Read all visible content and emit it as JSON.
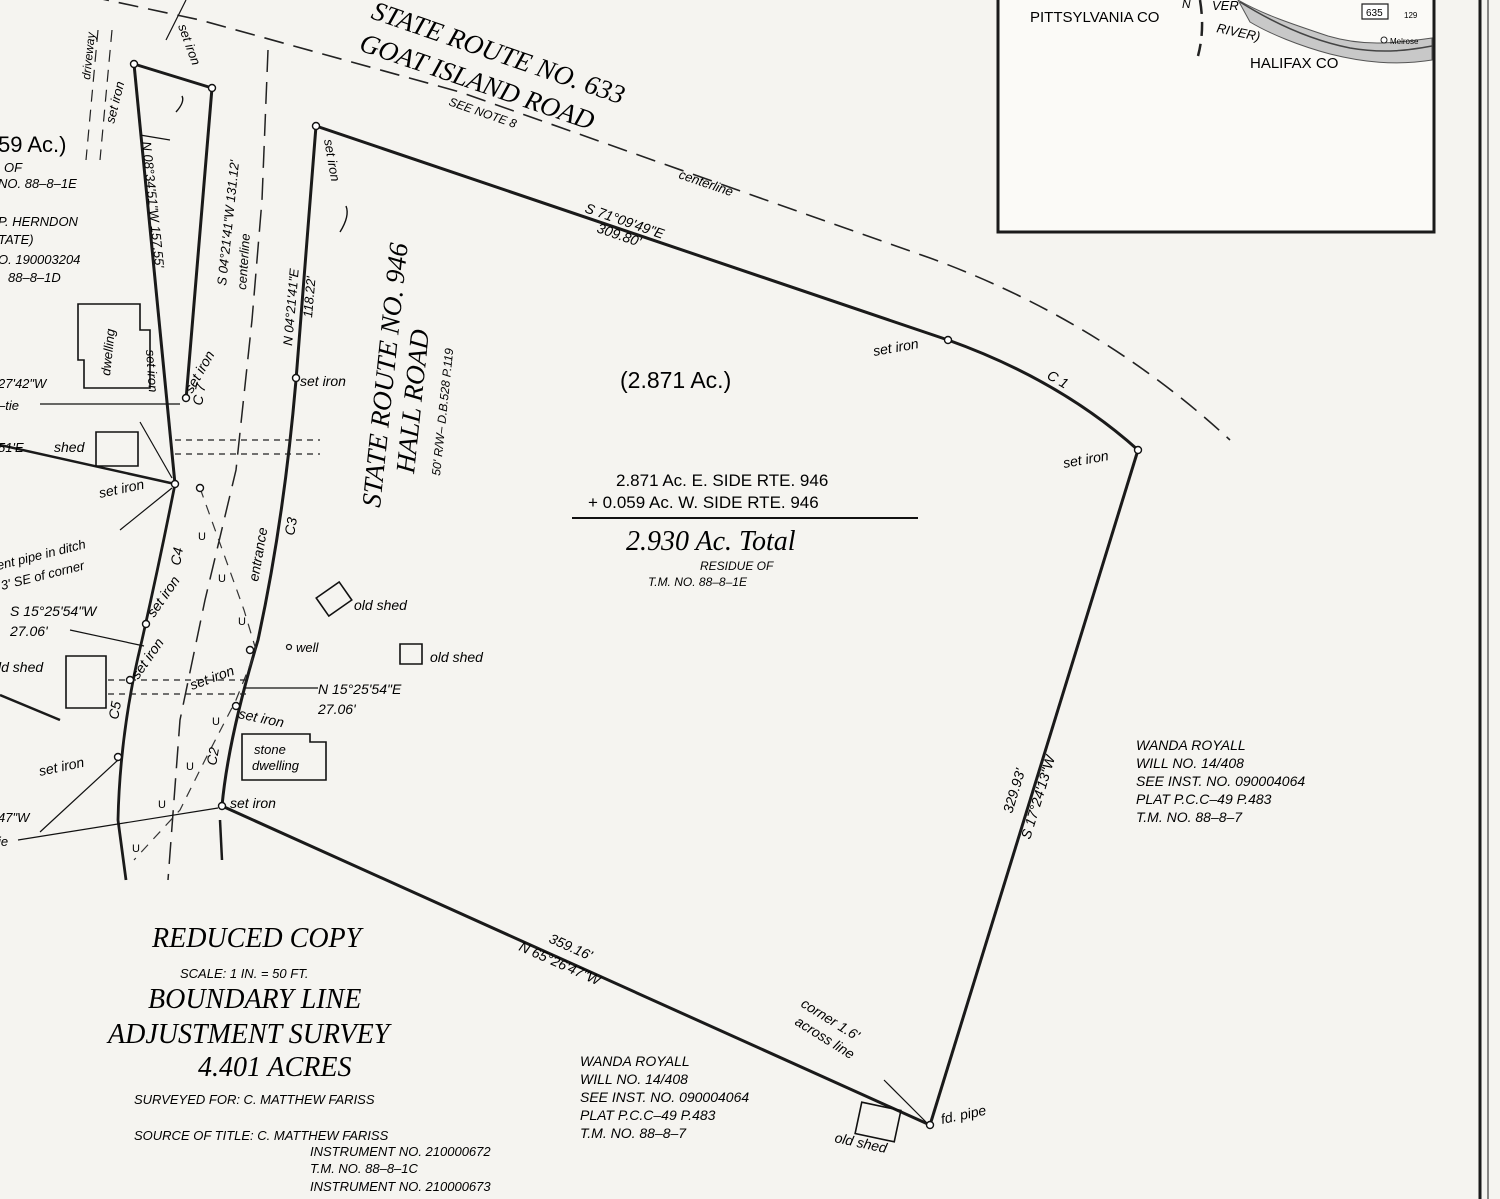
{
  "roads": {
    "route633_name": "STATE ROUTE NO. 633",
    "route633_road": "GOAT ISLAND ROAD",
    "route633_note": "SEE NOTE 8",
    "route946_name": "STATE ROUTE NO. 946",
    "route946_road": "HALL ROAD",
    "route946_rw": "50' R/W– D.B.528 P.119",
    "centerline": "centerline"
  },
  "inset_map": {
    "county_left": "PITTSYLVANIA CO",
    "county_right": "HALIFAX CO",
    "river_fragment_1": "VER",
    "river_fragment_2": "RIVER)",
    "river_fragment_3": "N",
    "route_shield": "635",
    "route_small": "129",
    "town": "Melrose"
  },
  "bearings": {
    "north_line": "S 71°09'49\"E",
    "north_dist": "309.80'",
    "east_line": "S 17°24'13\"W",
    "east_dist": "329.93'",
    "south_line": "N 65°26'47\"W",
    "south_dist": "359.16'",
    "west_line": "N 04°21'41\"E",
    "west_dist": "118.22'",
    "left_line1": "N 08°34'51\"W 157.55'",
    "left_line2": "S 04°21'41\"W 131.12'",
    "mid_tie_bearing": "N 15°25'54\"E",
    "mid_tie_dist": "27.06'",
    "left_tie_bearing": "S 15°25'54\"W",
    "left_tie_dist": "27.06'"
  },
  "curves": {
    "c1": "C 1",
    "c2": "C2",
    "c3": "C3",
    "c4": "C4",
    "c5": "C5",
    "c7": "C 7"
  },
  "labels": {
    "set_iron": "set iron",
    "fd_pipe": "fd. pipe",
    "entrance": "entrance",
    "driveway": "driveway",
    "well": "well",
    "old_shed": "old shed",
    "shed": "shed",
    "dwelling": "dwelling",
    "stone_dwelling_1": "stone",
    "stone_dwelling_2": "dwelling",
    "corner_1": "corner 1.6'",
    "corner_2": "across line"
  },
  "area": {
    "parcel_acres": "(2.871 Ac.)",
    "line1": "2.871 Ac. E. SIDE RTE. 946",
    "line2": "+ 0.059 Ac. W. SIDE RTE. 946",
    "total": "2.930 Ac. Total",
    "residue_1": "RESIDUE OF",
    "residue_2": "T.M. NO. 88–8–1E"
  },
  "left_parcel": {
    "acres": "59 Ac.)",
    "l1": "OF",
    "l2": "NO. 88–8–1E",
    "l3": "P. HERNDON",
    "l4": "TATE)",
    "l5": "O. 190003204",
    "l6": "88–8–1D",
    "tie1": "27'42\"W",
    "tie1b": "–tie",
    "tie2": "51'E",
    "pipe1": "ent pipe in ditch",
    "pipe2": "3' SE of corner",
    "shed_frag": "ld shed",
    "tie3": "47\"W",
    "tie3b": "ie"
  },
  "neighbor_east": {
    "l1": "WANDA ROYALL",
    "l2": "WILL NO. 14/408",
    "l3": "SEE INST. NO. 090004064",
    "l4": "PLAT P.C.C–49 P.483",
    "l5": "T.M. NO. 88–8–7"
  },
  "neighbor_south": {
    "l1": "WANDA ROYALL",
    "l2": "WILL NO. 14/408",
    "l3": "SEE INST. NO. 090004064",
    "l4": "PLAT P.C.C–49 P.483",
    "l5": "T.M. NO. 88–8–7"
  },
  "title_block": {
    "reduced": "REDUCED COPY",
    "scale": "SCALE: 1 IN. = 50 FT.",
    "t1": "BOUNDARY LINE",
    "t2": "ADJUSTMENT SURVEY",
    "t3": "4.401 ACRES",
    "surveyed_for": "SURVEYED FOR: C. MATTHEW FARISS",
    "source_1": "SOURCE OF TITLE: C. MATTHEW FARISS",
    "source_2": "INSTRUMENT NO. 210000672",
    "source_3": "T.M. NO. 88–8–1C",
    "source_4": "INSTRUMENT NO. 210000673"
  }
}
